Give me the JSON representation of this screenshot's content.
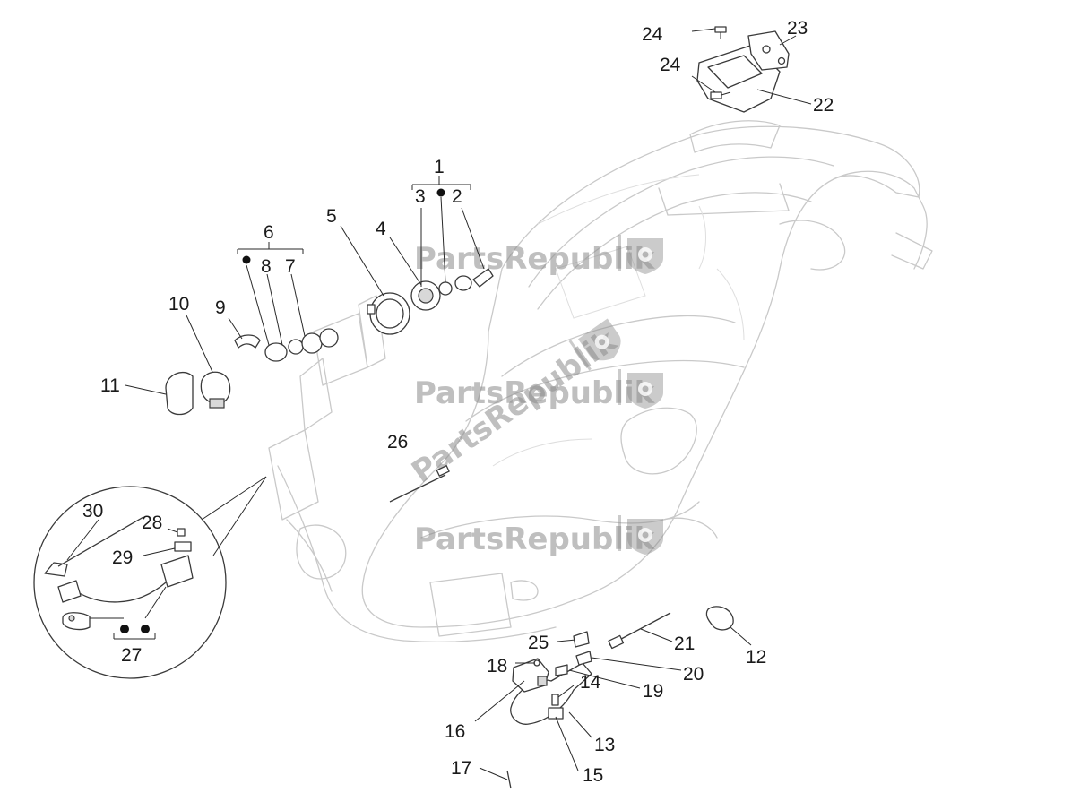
{
  "watermark": {
    "brand": "PartsRepublik",
    "icon": "gear-shield-icon",
    "color": "#8c8c8c"
  },
  "callouts": [
    {
      "id": "c1",
      "text": "1"
    },
    {
      "id": "c2",
      "text": "2"
    },
    {
      "id": "c3",
      "text": "3"
    },
    {
      "id": "c4",
      "text": "4"
    },
    {
      "id": "c5",
      "text": "5"
    },
    {
      "id": "c6",
      "text": "6"
    },
    {
      "id": "c7",
      "text": "7"
    },
    {
      "id": "c8",
      "text": "8"
    },
    {
      "id": "c9",
      "text": "9"
    },
    {
      "id": "c10",
      "text": "10"
    },
    {
      "id": "c11",
      "text": "11"
    },
    {
      "id": "c12",
      "text": "12"
    },
    {
      "id": "c13",
      "text": "13"
    },
    {
      "id": "c14",
      "text": "14"
    },
    {
      "id": "c15",
      "text": "15"
    },
    {
      "id": "c16",
      "text": "16"
    },
    {
      "id": "c17",
      "text": "17"
    },
    {
      "id": "c18",
      "text": "18"
    },
    {
      "id": "c19",
      "text": "19"
    },
    {
      "id": "c20",
      "text": "20"
    },
    {
      "id": "c21",
      "text": "21"
    },
    {
      "id": "c22",
      "text": "22"
    },
    {
      "id": "c23",
      "text": "23"
    },
    {
      "id": "c24a",
      "text": "24"
    },
    {
      "id": "c24b",
      "text": "24"
    },
    {
      "id": "c25",
      "text": "25"
    },
    {
      "id": "c26",
      "text": "26"
    },
    {
      "id": "c27",
      "text": "27"
    },
    {
      "id": "c28",
      "text": "28"
    },
    {
      "id": "c29",
      "text": "29"
    },
    {
      "id": "c30",
      "text": "30"
    }
  ],
  "colors": {
    "frame_line": "#c9c9c9",
    "part_line": "#3a3a3a",
    "label": "#1a1a1a"
  }
}
